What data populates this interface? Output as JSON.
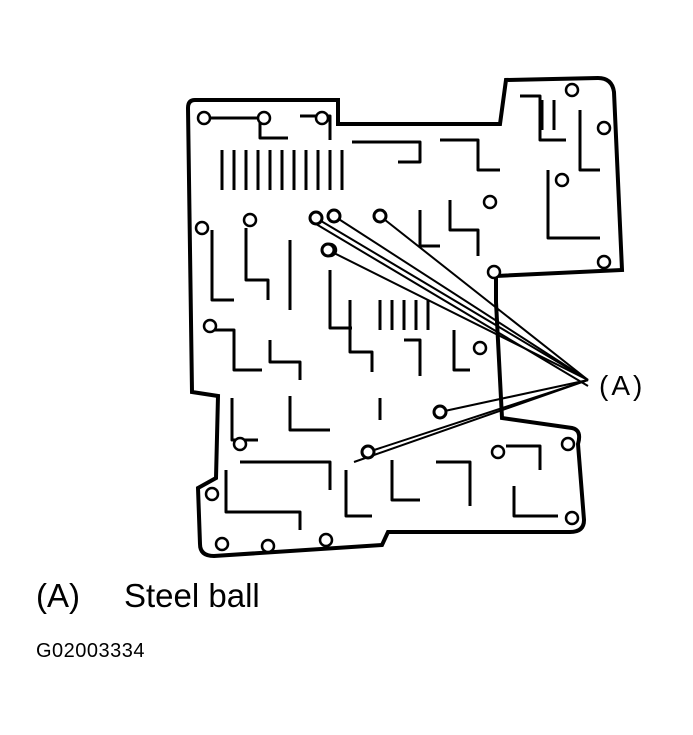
{
  "callout": {
    "label": "(A)",
    "points": 6
  },
  "legend": {
    "key": "(A)",
    "text": "Steel ball"
  },
  "figure_id": "G02003334"
}
